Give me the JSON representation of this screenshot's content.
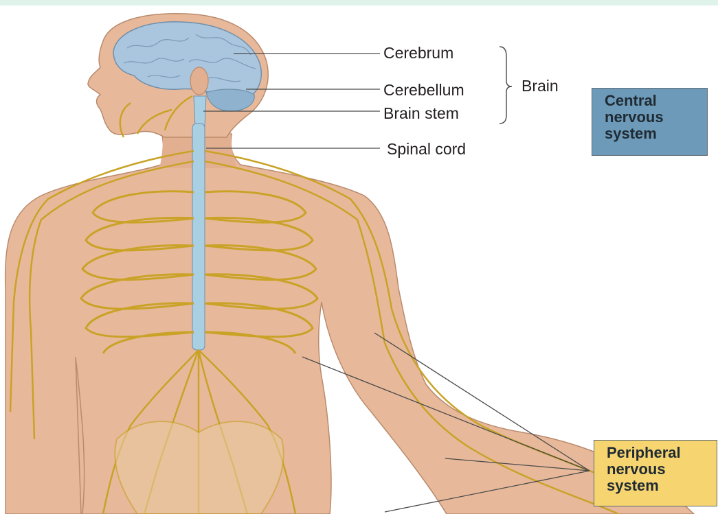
{
  "labels": {
    "cerebrum": "Cerebrum",
    "cerebellum": "Cerebellum",
    "brain_stem": "Brain stem",
    "brain": "Brain",
    "spinal_cord": "Spinal cord"
  },
  "boxes": {
    "central": [
      "Central",
      "nervous",
      "system"
    ],
    "peripheral": [
      "Peripheral",
      "nervous",
      "system"
    ]
  },
  "colors": {
    "central_box": "#6d9ab8",
    "peripheral_box": "#f6d470",
    "nerve": "#c9a227",
    "skin": "#e7b99a",
    "brain": "#a9c6de",
    "spinal_cord": "#a8cfe2"
  }
}
